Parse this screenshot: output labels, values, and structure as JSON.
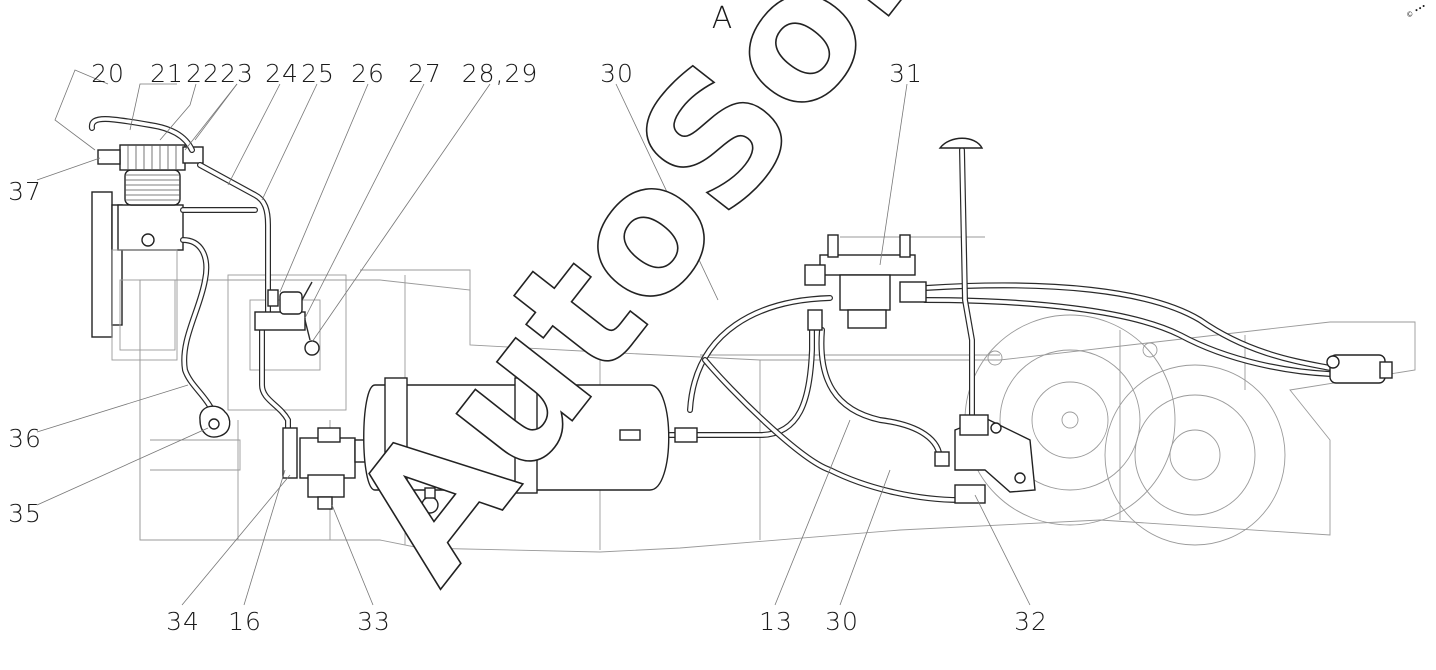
{
  "title": "A",
  "watermark": "AutoSoft",
  "corner_mark": "© •••",
  "labels": {
    "l20": "20",
    "l21": "21",
    "l22": "22",
    "l23": "23",
    "l24": "24",
    "l25": "25",
    "l26": "26",
    "l27": "27",
    "l28_29": "28,29",
    "l30_top": "30",
    "l31": "31",
    "l37": "37",
    "l36": "36",
    "l35": "35",
    "l34": "34",
    "l16": "16",
    "l33": "33",
    "l13": "13",
    "l30_bottom": "30",
    "l32": "32"
  }
}
